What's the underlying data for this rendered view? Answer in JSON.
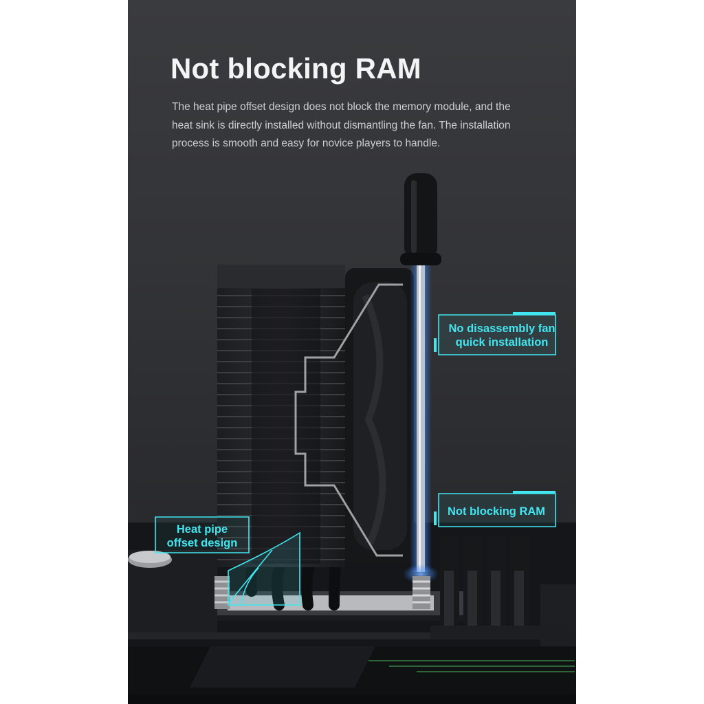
{
  "headline": "Not blocking RAM",
  "description_lines": [
    "The heat pipe offset design does not block the memory module, and the",
    "heat sink is directly installed without dismantling the fan. The installation",
    "process is smooth and easy for novice players to handle."
  ],
  "callouts": {
    "fan_quick_install": {
      "line1": "No disassembly fan",
      "line2": "quick installation"
    },
    "not_blocking_ram": "Not blocking RAM",
    "heat_pipe_offset": {
      "line1": "Heat pipe",
      "line2": "offset design"
    }
  },
  "colors": {
    "accent_cyan": "#41e6f0",
    "panel_dark": "#333437",
    "glow_blue": "#2f7dff"
  },
  "icons": [
    "screwdriver-icon",
    "cpu-cooler-heatsink",
    "fan-icon",
    "ram-module-icon",
    "motherboard"
  ]
}
